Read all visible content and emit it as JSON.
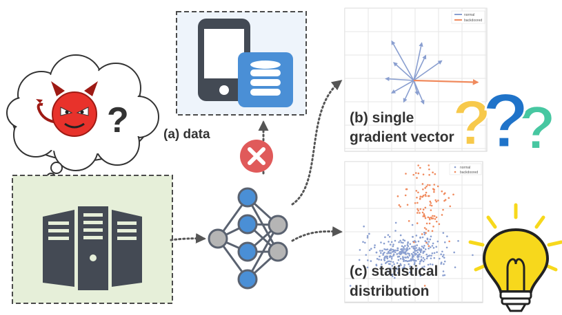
{
  "labels": {
    "data": "(a) data",
    "gradient_line1": "(b) single",
    "gradient_line2": "gradient vector",
    "distribution_line1": "(c) statistical",
    "distribution_line2": "distribution",
    "attacker_thought": "?"
  },
  "legend": {
    "normal": "normal",
    "backdoored": "backdoored"
  },
  "colors": {
    "normal": "#8a9fd0",
    "backdoored": "#f08a5d",
    "data_panel": "#eef4fb",
    "server_panel": "#e6efd9",
    "node_blue": "#4a8fd6",
    "node_gray": "#b5b5b5",
    "block_red": "#e05a5a",
    "devil_red": "#e8322b",
    "q_orange": "#f7c94b",
    "q_blue": "#1f73c9",
    "q_green": "#47c7a1",
    "bulb_yellow": "#f7d81c"
  },
  "icons": [
    "devil-icon",
    "question-mark-icon",
    "server-icon",
    "smartphone-icon",
    "database-icon",
    "block-icon",
    "neural-network-icon",
    "question-marks-icon",
    "lightbulb-icon"
  ],
  "chart_data": [
    {
      "type": "line",
      "subtitle": "single gradient vector",
      "series": [
        {
          "name": "normal",
          "vectors": [
            [
              -0.55,
              1.1
            ],
            [
              0.2,
              1.05
            ],
            [
              0.3,
              0.7
            ],
            [
              -0.5,
              0.5
            ],
            [
              -0.7,
              0.05
            ],
            [
              -0.55,
              -0.35
            ],
            [
              0.1,
              -0.4
            ],
            [
              0.25,
              -0.65
            ],
            [
              0.7,
              0.55
            ],
            [
              -0.25,
              -0.6
            ]
          ]
        },
        {
          "name": "backdoored",
          "vectors": [
            [
              1.6,
              -0.05
            ]
          ]
        }
      ],
      "grid": true,
      "legend_placement": "top-right"
    },
    {
      "type": "scatter",
      "subtitle": "statistical distribution",
      "series": [
        {
          "name": "normal",
          "center": [
            0,
            -0.55
          ],
          "spread": [
            1.0,
            0.35
          ],
          "count": 330
        },
        {
          "name": "backdoored",
          "center": [
            0.55,
            0.45
          ],
          "spread": [
            0.6,
            0.75
          ],
          "count": 110
        }
      ],
      "grid": true,
      "legend_placement": "top-right"
    }
  ]
}
